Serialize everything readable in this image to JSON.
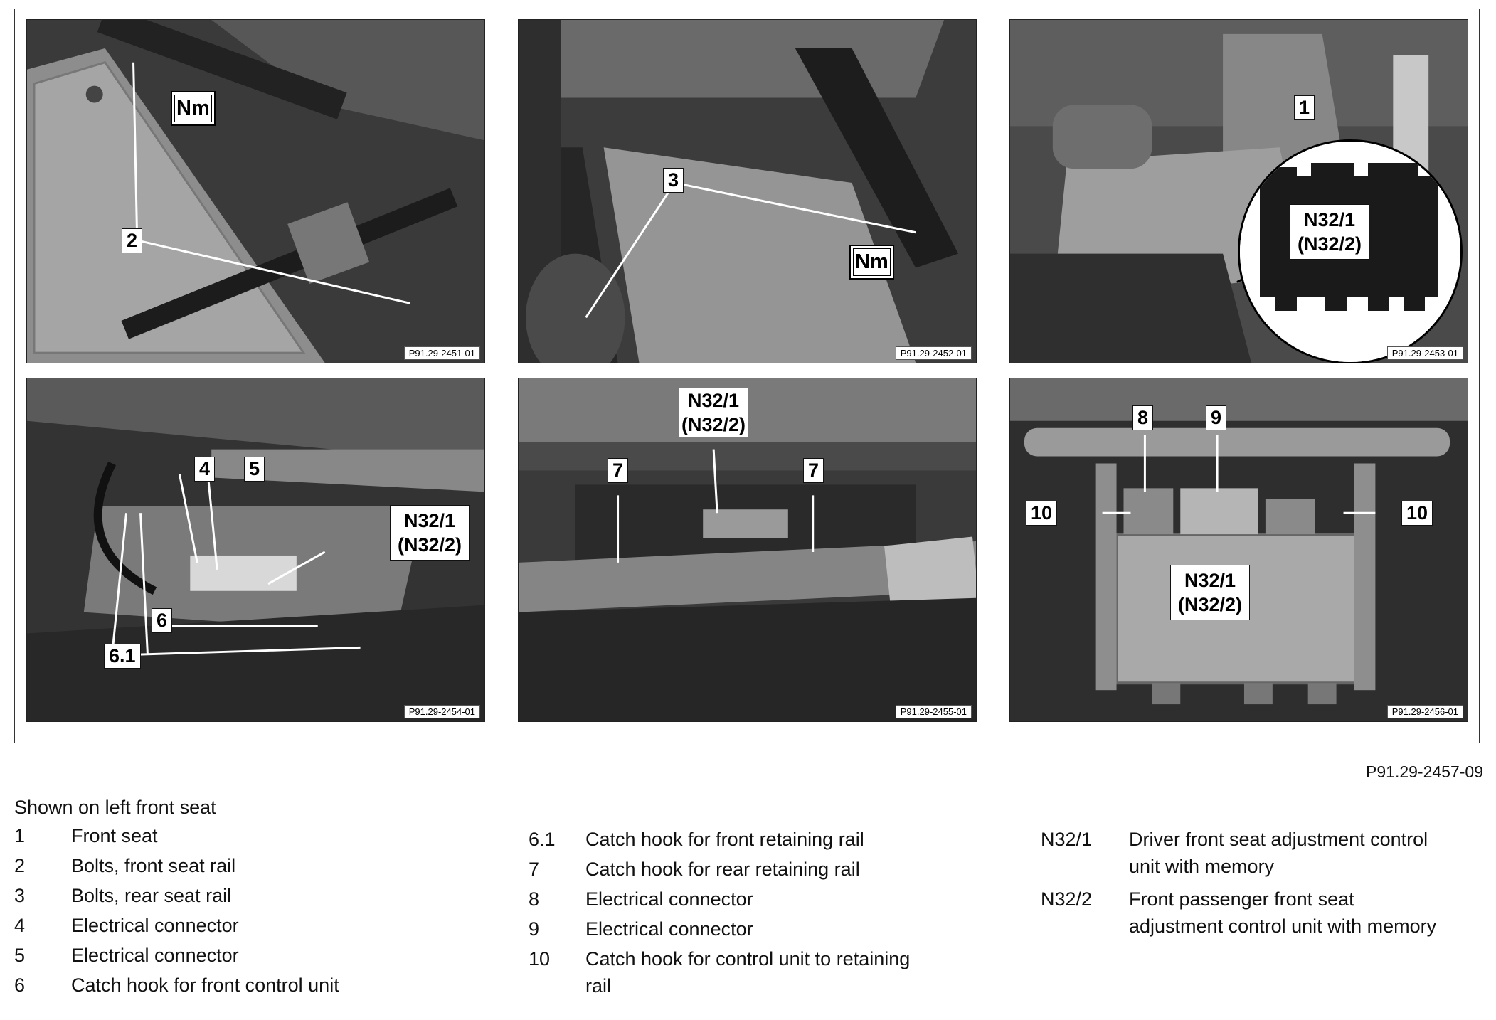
{
  "figure_id": "P91.29-2457-09",
  "photos": [
    {
      "id": "P91.29-2451-01",
      "callouts": [
        "2",
        "Nm"
      ]
    },
    {
      "id": "P91.29-2452-01",
      "callouts": [
        "3",
        "Nm"
      ]
    },
    {
      "id": "P91.29-2453-01",
      "callouts": [
        "1",
        "N32/1",
        "(N32/2)"
      ]
    },
    {
      "id": "P91.29-2454-01",
      "callouts": [
        "4",
        "5",
        "6",
        "6.1",
        "N32/1",
        "(N32/2)"
      ]
    },
    {
      "id": "P91.29-2455-01",
      "callouts": [
        "7",
        "7",
        "N32/1",
        "(N32/2)"
      ]
    },
    {
      "id": "P91.29-2456-01",
      "callouts": [
        "8",
        "9",
        "10",
        "10",
        "N32/1",
        "(N32/2)"
      ]
    }
  ],
  "legend": {
    "title": "Shown on left front seat",
    "col1": [
      {
        "num": "1",
        "text": "Front seat"
      },
      {
        "num": "2",
        "text": "Bolts, front seat rail"
      },
      {
        "num": "3",
        "text": "Bolts, rear seat rail"
      },
      {
        "num": "4",
        "text": "Electrical connector"
      },
      {
        "num": "5",
        "text": "Electrical connector"
      },
      {
        "num": "6",
        "text": "Catch hook for front control unit"
      }
    ],
    "col2": [
      {
        "num": "6.1",
        "text": "Catch hook for front retaining rail"
      },
      {
        "num": "7",
        "text": "Catch hook for rear retaining rail"
      },
      {
        "num": "8",
        "text": "Electrical connector"
      },
      {
        "num": "9",
        "text": "Electrical connector"
      },
      {
        "num": "10",
        "text": "Catch hook for control unit to retaining",
        "text2": "rail"
      }
    ],
    "col3": [
      {
        "num": "N32/1",
        "text": "Driver front seat adjustment control",
        "text2": "unit with memory"
      },
      {
        "num": "N32/2",
        "text": "Front passenger front seat",
        "text2": "adjustment control unit with memory"
      }
    ]
  }
}
